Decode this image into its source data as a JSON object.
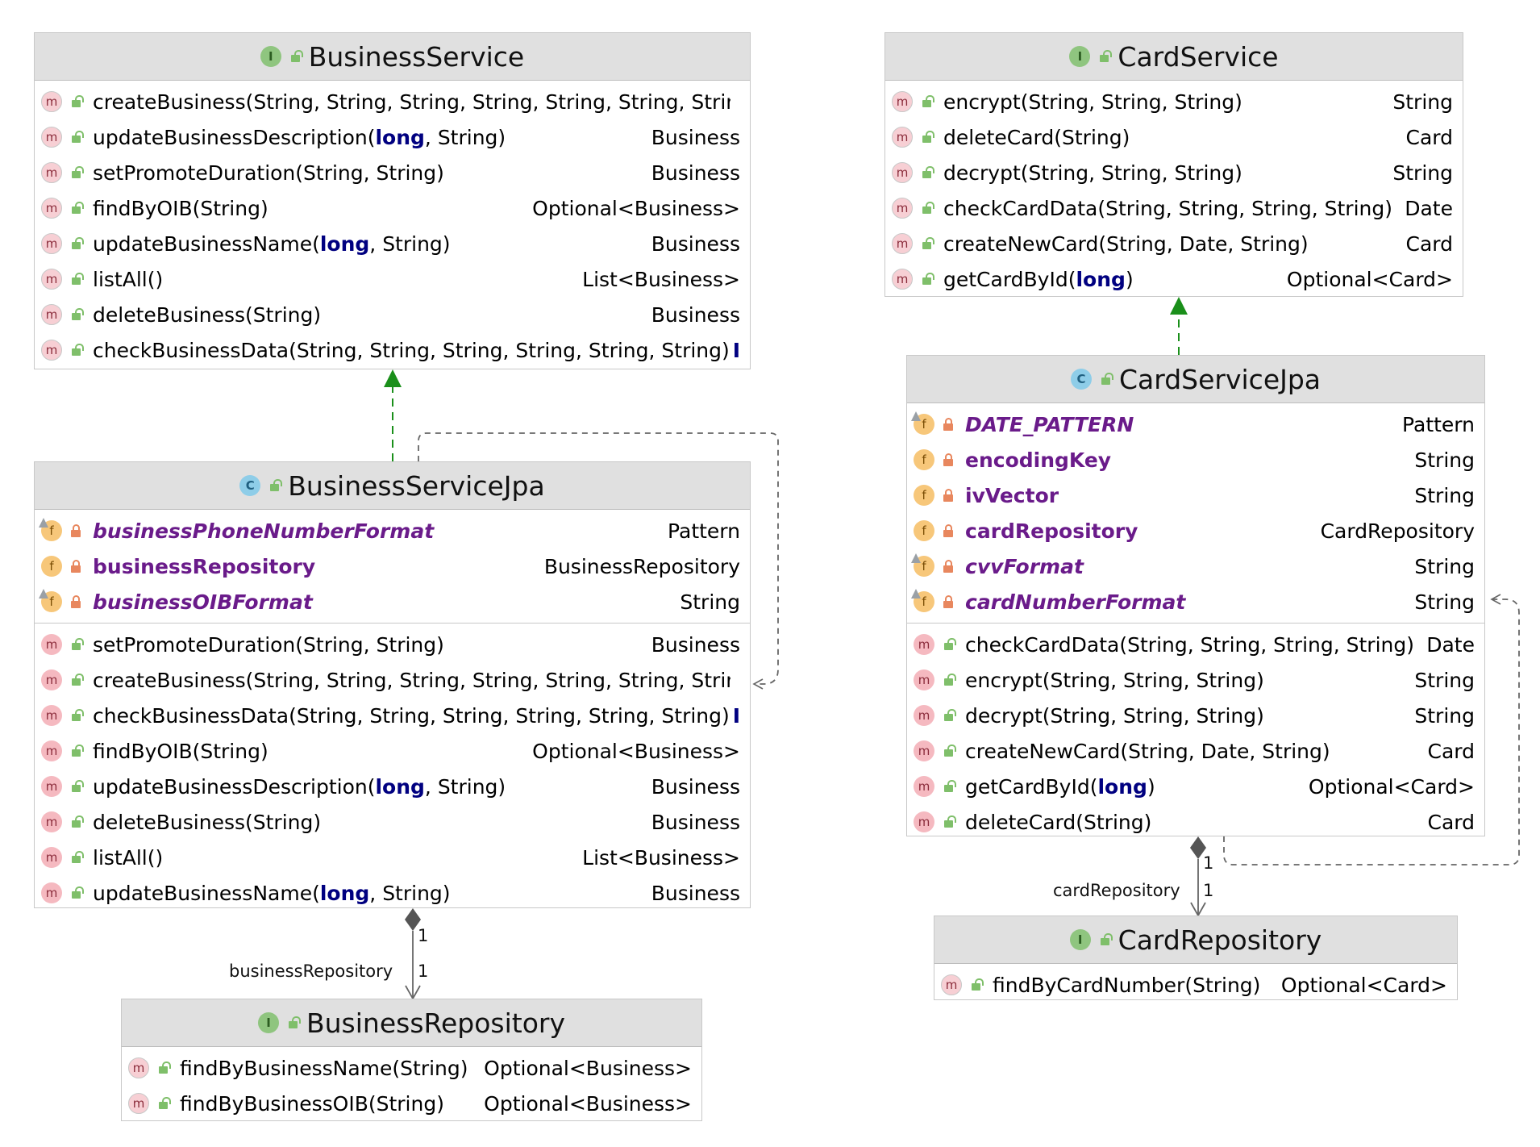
{
  "classes": {
    "business_service": {
      "kind": "I",
      "title": "BusinessService",
      "methods": [
        {
          "name": "createBusiness(String, String, String, String, String, String, String",
          "type": ""
        },
        {
          "pre": "updateBusinessDescription(",
          "kw": "long",
          "post": ", String)",
          "type": "Business"
        },
        {
          "name": "setPromoteDuration(String, String)",
          "type": "Business"
        },
        {
          "name": "findByOIB(String)",
          "type": "Optional<Business>"
        },
        {
          "pre": "updateBusinessName(",
          "kw": "long",
          "post": ", String)",
          "type": "Business"
        },
        {
          "name": "listAll()",
          "type": "List<Business>"
        },
        {
          "name": "deleteBusiness(String)",
          "type": "Business"
        },
        {
          "name": "checkBusinessData(String, String, String, String, String, String)",
          "type": "I"
        }
      ]
    },
    "business_service_jpa": {
      "kind": "C",
      "title": "BusinessServiceJpa",
      "fields": [
        {
          "name": "businessPhoneNumberFormat",
          "type": "Pattern",
          "static": true
        },
        {
          "name": "businessRepository",
          "type": "BusinessRepository",
          "static": false
        },
        {
          "name": "businessOIBFormat",
          "type": "String",
          "static": true
        }
      ],
      "methods": [
        {
          "name": "setPromoteDuration(String, String)",
          "type": "Business"
        },
        {
          "name": "createBusiness(String, String, String, String, String, String, String",
          "type": ""
        },
        {
          "name": "checkBusinessData(String, String, String, String, String, String)",
          "type": "I"
        },
        {
          "name": "findByOIB(String)",
          "type": "Optional<Business>"
        },
        {
          "pre": "updateBusinessDescription(",
          "kw": "long",
          "post": ", String)",
          "type": "Business"
        },
        {
          "name": "deleteBusiness(String)",
          "type": "Business"
        },
        {
          "name": "listAll()",
          "type": "List<Business>"
        },
        {
          "pre": "updateBusinessName(",
          "kw": "long",
          "post": ", String)",
          "type": "Business"
        }
      ]
    },
    "business_repository": {
      "kind": "I",
      "title": "BusinessRepository",
      "methods": [
        {
          "name": "findByBusinessName(String)",
          "type": "Optional<Business>"
        },
        {
          "name": "findByBusinessOIB(String)",
          "type": "Optional<Business>"
        }
      ]
    },
    "card_service": {
      "kind": "I",
      "title": "CardService",
      "methods": [
        {
          "name": "encrypt(String, String, String)",
          "type": "String"
        },
        {
          "name": "deleteCard(String)",
          "type": "Card"
        },
        {
          "name": "decrypt(String, String, String)",
          "type": "String"
        },
        {
          "name": "checkCardData(String, String, String, String)",
          "type": "Date"
        },
        {
          "name": "createNewCard(String, Date, String)",
          "type": "Card"
        },
        {
          "pre": "getCardById(",
          "kw": "long",
          "post": ")",
          "type": "Optional<Card>"
        }
      ]
    },
    "card_service_jpa": {
      "kind": "C",
      "title": "CardServiceJpa",
      "fields": [
        {
          "name": "DATE_PATTERN",
          "type": "Pattern",
          "static": true
        },
        {
          "name": "encodingKey",
          "type": "String",
          "static": false
        },
        {
          "name": "ivVector",
          "type": "String",
          "static": false
        },
        {
          "name": "cardRepository",
          "type": "CardRepository",
          "static": false
        },
        {
          "name": "cvvFormat",
          "type": "String",
          "static": true
        },
        {
          "name": "cardNumberFormat",
          "type": "String",
          "static": true
        }
      ],
      "methods": [
        {
          "name": "checkCardData(String, String, String, String)",
          "type": "Date"
        },
        {
          "name": "encrypt(String, String, String)",
          "type": "String"
        },
        {
          "name": "decrypt(String, String, String)",
          "type": "String"
        },
        {
          "name": "createNewCard(String, Date, String)",
          "type": "Card"
        },
        {
          "pre": "getCardById(",
          "kw": "long",
          "post": ")",
          "type": "Optional<Card>"
        },
        {
          "name": "deleteCard(String)",
          "type": "Card"
        }
      ]
    },
    "card_repository": {
      "kind": "I",
      "title": "CardRepository",
      "methods": [
        {
          "name": "findByCardNumber(String)",
          "type": "Optional<Card>"
        }
      ]
    }
  },
  "connections": {
    "business_repo_role": "businessRepository",
    "business_repo_mult_source": "1",
    "business_repo_mult_target": "1",
    "card_repo_role": "cardRepository",
    "card_repo_mult_source": "1",
    "card_repo_mult_target": "1"
  },
  "icon_glyphs": {
    "method": "m",
    "field": "f"
  },
  "colors": {
    "header_bg": "#e0e0e0",
    "border": "#c8c8c8",
    "field_name": "#6a1b8a",
    "keyword": "#000080",
    "realization_arrow": "#1a8f1a",
    "dependency_line": "#555555"
  }
}
